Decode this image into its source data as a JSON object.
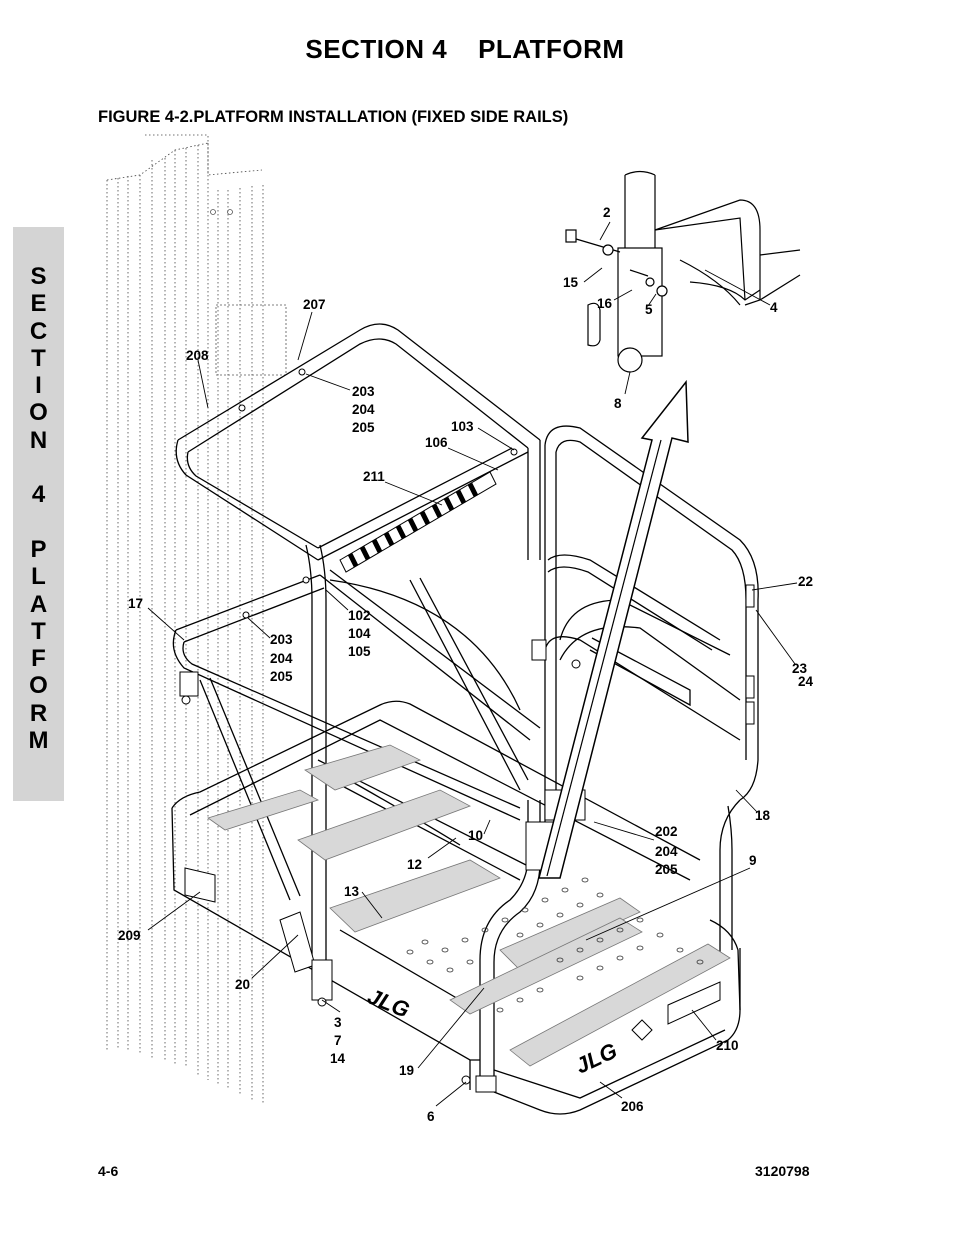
{
  "header": {
    "section_title": "SECTION 4    PLATFORM",
    "figure_title": "FIGURE 4-2.PLATFORM INSTALLATION (FIXED SIDE RAILS)"
  },
  "side_tab": {
    "letters": [
      "S",
      "E",
      "C",
      "T",
      "I",
      "O",
      "N",
      "",
      "4",
      "",
      "P",
      "L",
      "A",
      "T",
      "F",
      "O",
      "R",
      "M"
    ]
  },
  "callouts": {
    "c2": "2",
    "c15": "15",
    "c16": "16",
    "c5": "5",
    "c4": "4",
    "c8": "8",
    "c207": "207",
    "c208": "208",
    "c203a": "203",
    "c204a": "204",
    "c205a": "205",
    "c103": "103",
    "c106": "106",
    "c211": "211",
    "c17": "17",
    "c102": "102",
    "c104": "104",
    "c105": "105",
    "c203b": "203",
    "c204b": "204",
    "c205b": "205",
    "c22": "22",
    "c23": "23",
    "c24": "24",
    "c18": "18",
    "c10": "10",
    "c12": "12",
    "c13": "13",
    "c202": "202",
    "c204c": "204",
    "c205c": "205",
    "c9": "9",
    "c209": "209",
    "c20": "20",
    "c3": "3",
    "c7": "7",
    "c14": "14",
    "c19": "19",
    "c210": "210",
    "c206": "206",
    "c6": "6"
  },
  "logos": {
    "jlg": "JLG"
  },
  "footer": {
    "page_number": "4-6",
    "document_number": "3120798"
  }
}
